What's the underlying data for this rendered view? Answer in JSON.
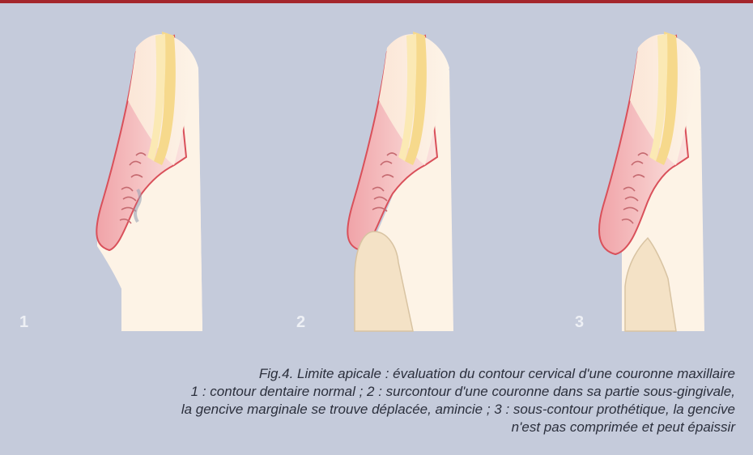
{
  "figure": {
    "panels": [
      {
        "number": "1",
        "variant": "normal contour"
      },
      {
        "number": "2",
        "variant": "over-contour"
      },
      {
        "number": "3",
        "variant": "under-contour"
      }
    ],
    "colors": {
      "background": "#c5cbdb",
      "rule": "#a4262c",
      "tooth": "#fdf3e6",
      "enamel": "#f6d98c",
      "gingiva": "#f3b7b8",
      "gingiva_outline": "#d9505a",
      "crown": "#f4e2c6"
    }
  },
  "caption": {
    "line1": "Fig.4. Limite apicale : évaluation du contour cervical d'une couronne maxillaire",
    "line2": "1 : contour dentaire normal ; 2 : surcontour d'une couronne dans sa partie sous-gingivale,",
    "line3": "la gencive marginale se trouve déplacée, amincie ; 3 : sous-contour prothétique, la gencive",
    "line4": "n'est pas comprimée et peut épaissir"
  }
}
